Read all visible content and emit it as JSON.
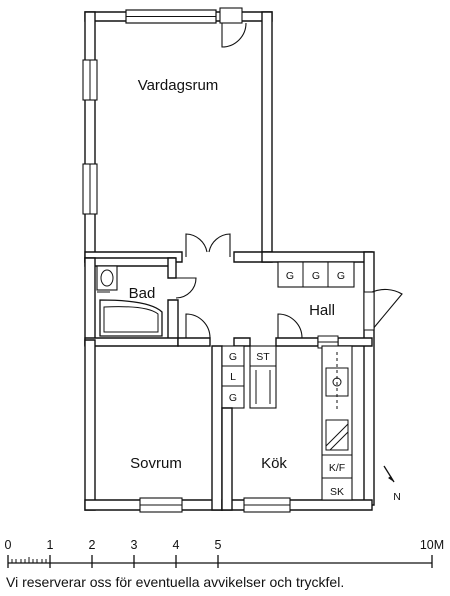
{
  "rooms": {
    "living": "Vardagsrum",
    "bath": "Bad",
    "hall": "Hall",
    "bedroom": "Sovrum",
    "kitchen": "Kök"
  },
  "fixtures": {
    "wardrobe": "G",
    "linen": "L",
    "storage": "ST",
    "fridge_freezer": "K/F",
    "broom_cupboard": "SK"
  },
  "compass": {
    "label": "N",
    "icon": "north-arrow-icon"
  },
  "scale": {
    "ticks": [
      "0",
      "1",
      "2",
      "3",
      "4",
      "5"
    ],
    "end_label": "10M"
  },
  "disclaimer": "Vi reserverar oss för eventuella avvikelser och tryckfel."
}
